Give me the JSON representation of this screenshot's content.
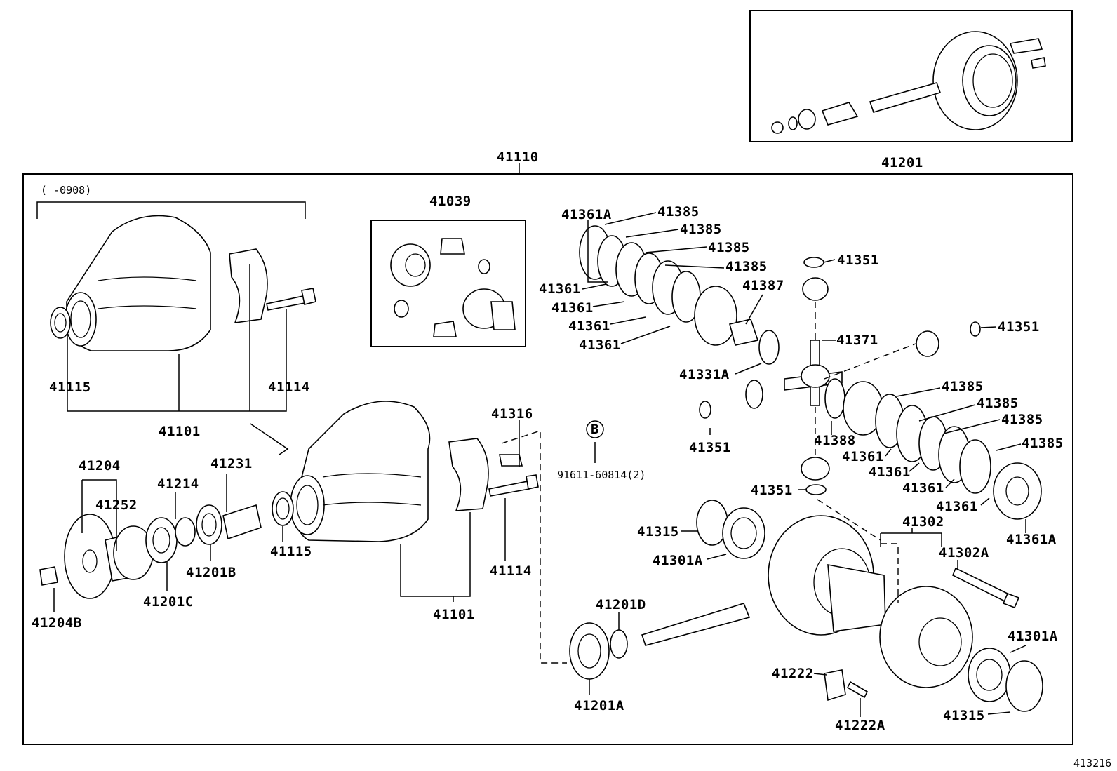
{
  "labels": {
    "p41110": "41110",
    "p41201": "41201",
    "date_range": "(     -0908)",
    "p41039": "41039",
    "p41115_a": "41115",
    "p41114_a": "41114",
    "p41101_a": "41101",
    "p41204": "41204",
    "p41252": "41252",
    "p41214": "41214",
    "p41231": "41231",
    "p41201B": "41201B",
    "p41201C": "41201C",
    "p41204B": "41204B",
    "p41115_b": "41115",
    "p41316": "41316",
    "p41114_b": "41114",
    "p41101_b": "41101",
    "callout_b": "B",
    "p91611": "91611-60814(2)",
    "p41361A_a": "41361A",
    "p41385_1": "41385",
    "p41385_2": "41385",
    "p41385_3": "41385",
    "p41385_4": "41385",
    "p41387": "41387",
    "p41361_1": "41361",
    "p41361_2": "41361",
    "p41361_3": "41361",
    "p41361_4": "41361",
    "p41331A": "41331A",
    "p41351_a": "41351",
    "p41351_b": "41351",
    "p41351_c": "41351",
    "p41351_d": "41351",
    "p41371": "41371",
    "p41388": "41388",
    "p41385_5": "41385",
    "p41385_6": "41385",
    "p41385_7": "41385",
    "p41385_8": "41385",
    "p41361_5": "41361",
    "p41361_6": "41361",
    "p41361_7": "41361",
    "p41361_8": "41361",
    "p41361A_b": "41361A",
    "p41315_a": "41315",
    "p41301A_a": "41301A",
    "p41302": "41302",
    "p41302A": "41302A",
    "p41201D": "41201D",
    "p41201A": "41201A",
    "p41222": "41222",
    "p41222A": "41222A",
    "p41301A_b": "41301A",
    "p41315_b": "41315",
    "figure_no": "413216"
  }
}
